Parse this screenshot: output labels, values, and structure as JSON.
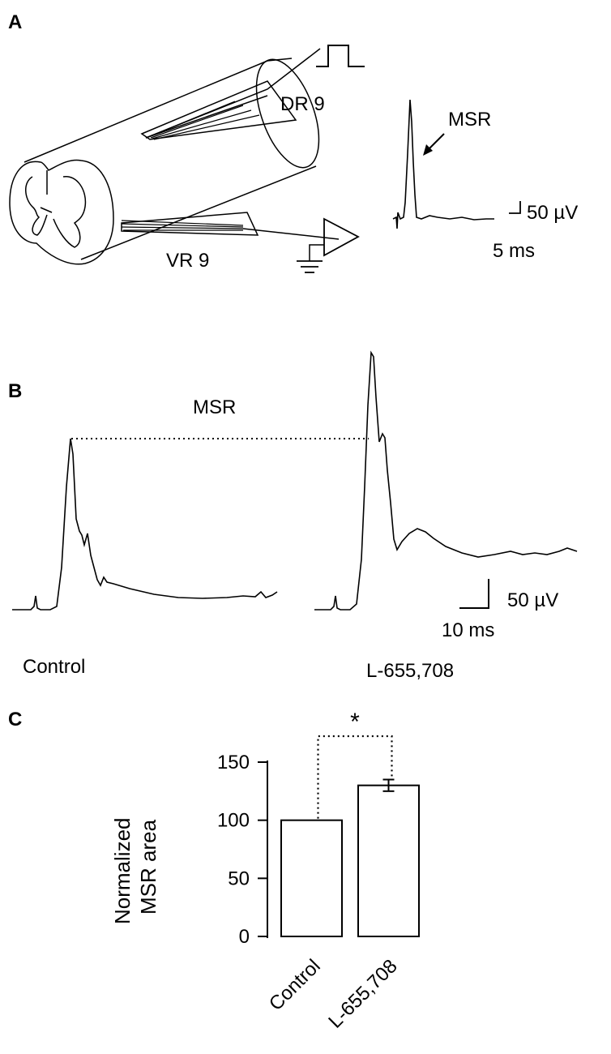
{
  "panels": {
    "A": {
      "letter": "A",
      "dorsal_root_label": "DR 9",
      "ventral_root_label": "VR 9",
      "response_label": "MSR",
      "scale_amplitude": "50 µV",
      "scale_time": "5 ms",
      "icons": [
        "spinal-cord-schematic",
        "stimulus-pulse-icon",
        "amplifier-icon",
        "ground-icon",
        "arrow-icon"
      ]
    },
    "B": {
      "letter": "B",
      "response_label": "MSR",
      "trace_left_label": "Control",
      "trace_right_label": "L-655,708",
      "scale_amplitude": "50 µV",
      "scale_time": "10 ms"
    },
    "C": {
      "letter": "C",
      "significance_marker": "*"
    }
  },
  "chart_data": {
    "type": "bar",
    "categories": [
      "Control",
      "L-655,708"
    ],
    "values": [
      100,
      130
    ],
    "errors": [
      0,
      5
    ],
    "ylabel_line1": "Normalized",
    "ylabel_line2": "MSR area",
    "ylim": [
      0,
      150
    ],
    "yticks": [
      0,
      50,
      100,
      150
    ],
    "ytick_labels": [
      "0",
      "50",
      "100",
      "150"
    ],
    "grid": false,
    "significance": "*"
  }
}
